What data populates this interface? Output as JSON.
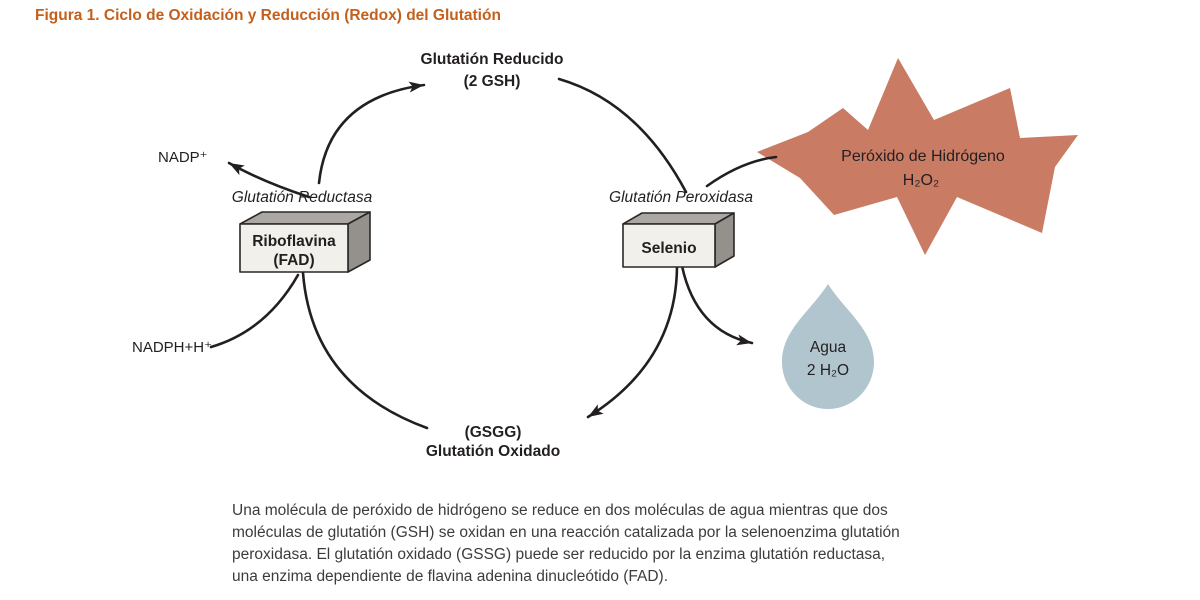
{
  "figure": {
    "title": "Figura 1. Ciclo de Oxidación y Reducción (Redox) del Glutatión",
    "caption_lines": [
      "Una molécula de peróxido de hidrógeno se reduce en dos moléculas de agua mientras que dos",
      "moléculas de glutatión (GSH) se oxidan en una reacción catalizada por la selenoenzima glutatión",
      "peroxidasa. El glutatión oxidado (GSSG) puede ser reducido por la enzima glutatión reductasa,",
      "una enzima dependiente de flavina adenina dinucleótido (FAD)."
    ]
  },
  "cycle": {
    "reduced": {
      "line1": "Glutatión Reducido",
      "line2": "(2 GSH)"
    },
    "oxidized": {
      "line1": "(GSGG)",
      "line2": "Glutatión Oxidado"
    },
    "reductase": {
      "enzyme": "Glutatión Reductasa",
      "cofactor_line1": "Riboflavina",
      "cofactor_line2": "(FAD)"
    },
    "peroxidase": {
      "enzyme": "Glutatión Peroxidasa",
      "cofactor": "Selenio"
    },
    "nadp": "NADP⁺",
    "nadph": "NADPH+H⁺",
    "peroxide": {
      "line1": "Peróxido de Hidrógeno",
      "line2": "H₂O₂"
    },
    "water": {
      "line1": "Agua",
      "line2": "2 H₂O"
    }
  },
  "colors": {
    "title": "#c4601c",
    "starburst": "#c97b63",
    "water_drop": "#b0c5cd",
    "box_face": "#f2f0eb",
    "box_top": "#aba8a3",
    "box_side": "#94918c",
    "ink": "#231f20",
    "caption_text": "#3c3c3c",
    "background": "#ffffff"
  }
}
